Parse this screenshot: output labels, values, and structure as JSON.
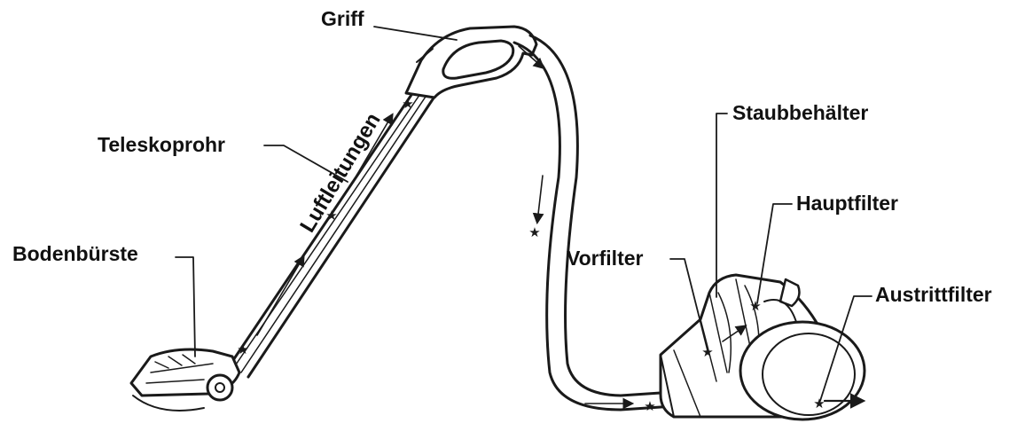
{
  "labels": {
    "griff": "Griff",
    "teleskoprohr": "Teleskoprohr",
    "bodenbuerste": "Bodenbürste",
    "staubbehaelter": "Staubbehälter",
    "hauptfilter": "Hauptfilter",
    "vorfilter": "Vorfilter",
    "austrittfilter": "Austrittfilter",
    "luftleitungen": "Luftleitungen"
  },
  "colors": {
    "outline": "#1a1a1a",
    "background": "#ffffff",
    "text": "#111111"
  },
  "icons": [
    "star-marker-icon",
    "arrow-icon"
  ]
}
